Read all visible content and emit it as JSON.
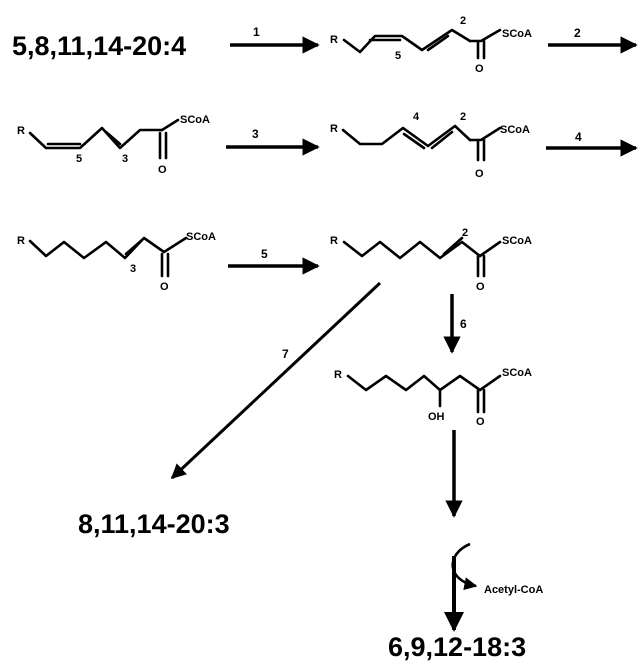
{
  "compounds": {
    "start": "5,8,11,14-20:4",
    "branch_product": "8,11,14-20:3",
    "final_product": "6,9,12-18:3"
  },
  "steps": [
    "1",
    "2",
    "3",
    "4",
    "5",
    "6",
    "7"
  ],
  "structures": {
    "s1": {
      "r": "R",
      "coa": "SCoA",
      "o": "O",
      "pos_a": "5",
      "pos_b": "2"
    },
    "s2": {
      "r": "R",
      "coa": "SCoA",
      "o": "O",
      "pos_a": "5",
      "pos_b": "3"
    },
    "s3": {
      "r": "R",
      "coa": "SCoA",
      "o": "O",
      "pos_a": "4",
      "pos_b": "2"
    },
    "s4": {
      "r": "R",
      "coa": "SCoA",
      "o": "O",
      "pos_a": "3"
    },
    "s5": {
      "r": "R",
      "coa": "SCoA",
      "o": "O",
      "pos_a": "2"
    },
    "s6": {
      "r": "R",
      "coa": "SCoA",
      "o": "O",
      "oh": "OH"
    }
  },
  "side_products": {
    "acetyl": "Acetyl-CoA"
  }
}
